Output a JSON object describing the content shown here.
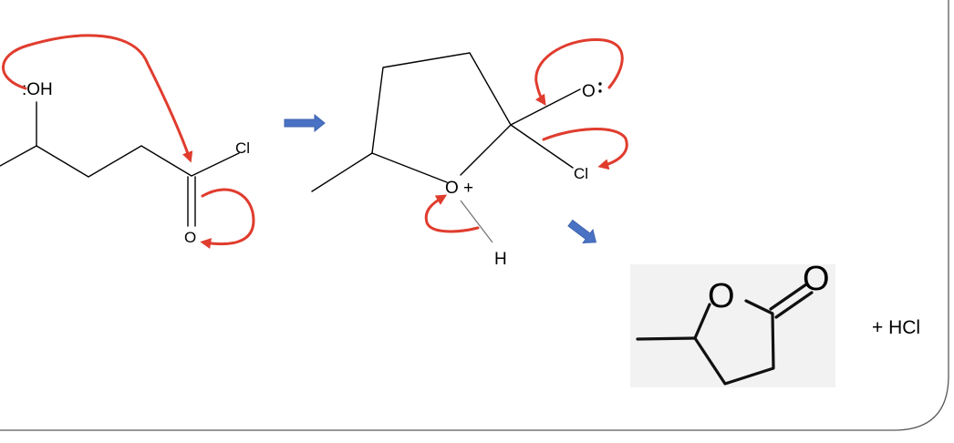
{
  "colors": {
    "curly_arrow": "#e03c2e",
    "reaction_arrow": "#4a72c4",
    "product_bg": "#f2f2f2",
    "frame": "#595959"
  },
  "reactant": {
    "hydroxyl_label": ":OH",
    "chlorine_label": "Cl",
    "carbonyl_oxygen_label": "O"
  },
  "intermediate": {
    "oxide_label": "O",
    "chlorine_label": "Cl",
    "oxonium_label": "O +",
    "hydrogen_label": "H"
  },
  "product": {
    "ring_oxygen_label": "O",
    "carbonyl_oxygen_label": "O",
    "byproduct_label": "+ HCl"
  }
}
